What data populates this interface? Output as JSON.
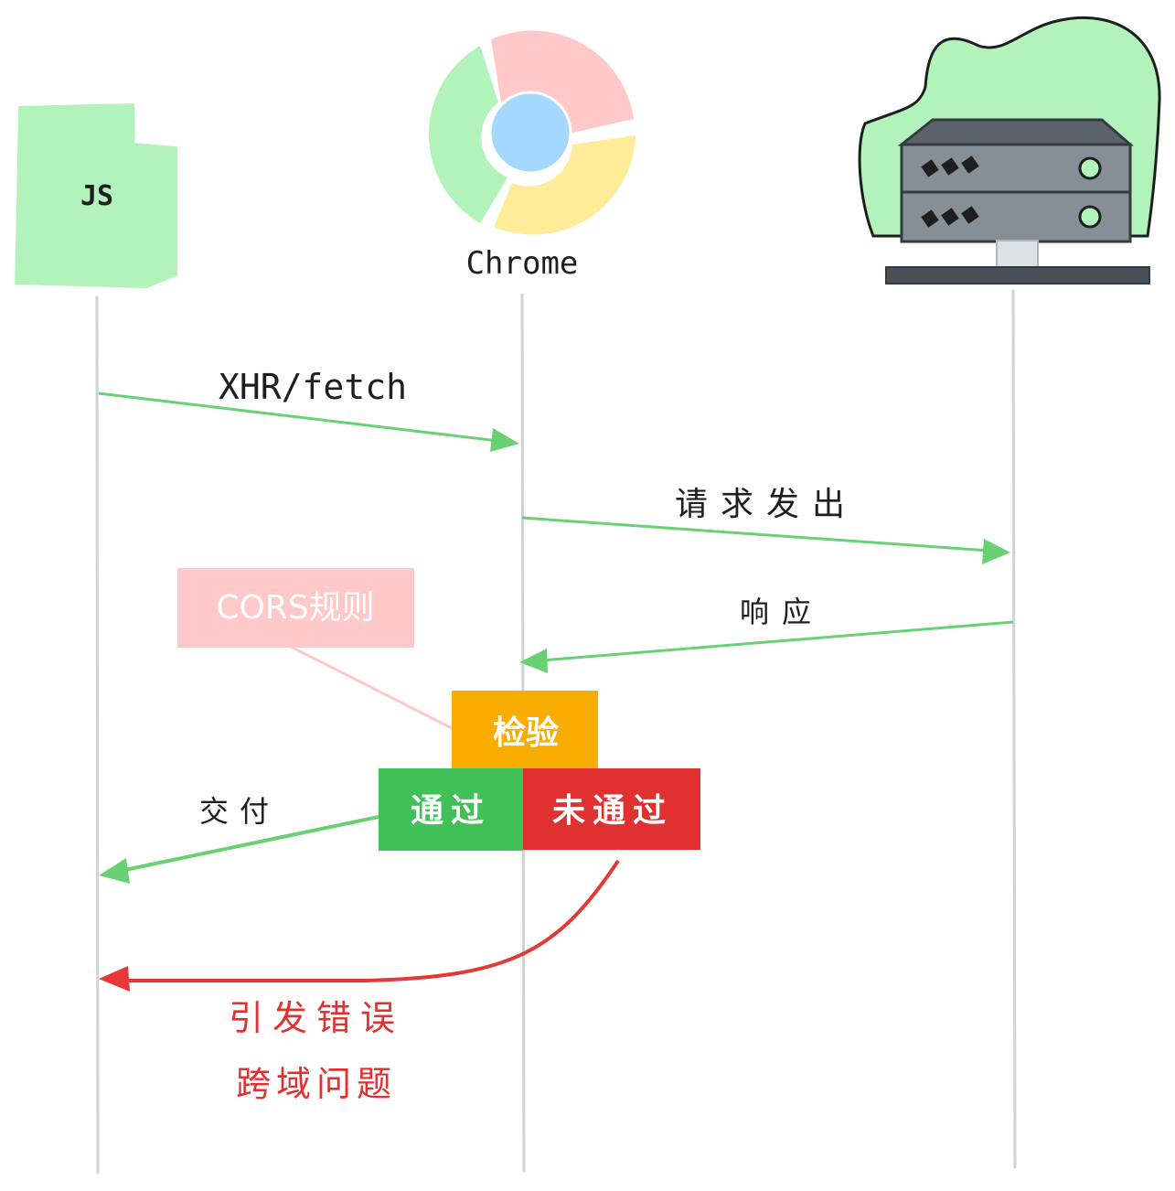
{
  "actors": {
    "js": {
      "label": "JS"
    },
    "browser": {
      "label": "Chrome"
    },
    "server": {
      "label": ""
    }
  },
  "messages": {
    "request": "XHR/fetch",
    "send": "请求发出",
    "response": "响应",
    "deliver": "交付"
  },
  "note": {
    "label": "CORS规则"
  },
  "check": {
    "label": "检验",
    "pass": "通过",
    "fail": "未通过"
  },
  "error": {
    "line1": "引发错误",
    "line2": "跨域问题"
  },
  "colors": {
    "lifeline": "#cfd2d6",
    "arrow_ok": "#69d174",
    "arrow_error": "#e53935",
    "js_doc": "#b2f2bb",
    "chrome_red": "#ffc9c9",
    "chrome_green": "#b2f2bb",
    "chrome_yellow": "#ffec99",
    "chrome_center": "#a5d8ff",
    "server_cloud": "#b2f2bb",
    "server_body": "#868e96",
    "note_bg": "#ffc9c9",
    "check_bg": "#f8ad00",
    "pass_bg": "#40c057",
    "fail_bg": "#e03131",
    "error_text": "#e03131"
  }
}
